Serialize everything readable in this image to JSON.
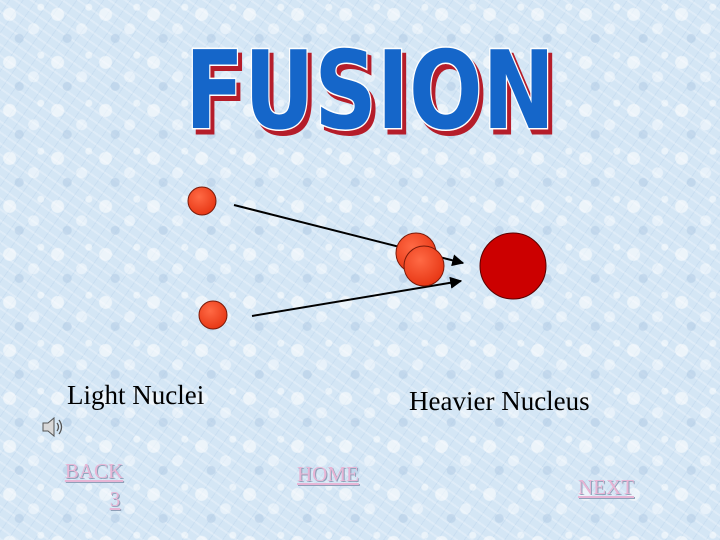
{
  "title": "FUSION",
  "labels": {
    "light": "Light Nuclei",
    "heavy": "Heavier Nucleus"
  },
  "nav": {
    "back": "BACK",
    "back_page": "3",
    "home": "HOME",
    "next": "NEXT"
  },
  "colors": {
    "title_fill": "#1566c9",
    "title_outline": "#ffffff",
    "title_shadow": "#b51d2a",
    "light_nucleus": "#f24020",
    "heavy_nucleus": "#cc0000",
    "nav_link": "#e7b5d5"
  },
  "icons": {
    "sound": "speaker-icon"
  }
}
